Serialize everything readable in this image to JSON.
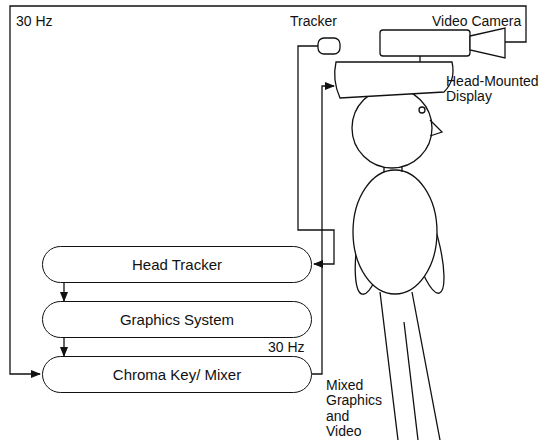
{
  "diagram": {
    "nodes": [
      {
        "text": [
          "Head Tracker"
        ]
      },
      {
        "text": [
          "Graphics System"
        ]
      },
      {
        "text": [
          "Chroma Key/ Mixer"
        ]
      }
    ],
    "edges": [
      {
        "from": 0,
        "to": 1,
        "arrow": "to"
      },
      {
        "from": 1,
        "to": 2,
        "arrow": "to"
      }
    ],
    "labels": [
      "30 Hz",
      "Tracker",
      "Video Camera",
      "Head-Mounted Display",
      "30 Hz",
      "Mixed Graphics and Video"
    ]
  }
}
